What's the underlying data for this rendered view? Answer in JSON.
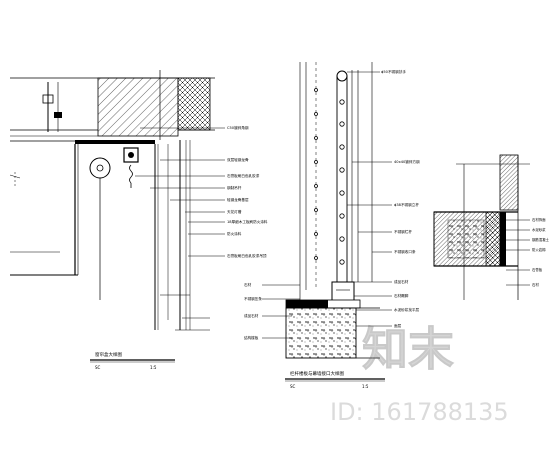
{
  "drawings": {
    "left": {
      "title": "窗帘盒大样图",
      "code": "SC",
      "scale": "1:5",
      "notes": [
        "C50镀锌角钢",
        "双层轻钢龙骨",
        "石膏板刷白色乳胶漆",
        "钢制吊杆",
        "轻钢龙骨基层",
        "天花灯槽",
        "18厚细木工板刷防火涂料",
        "防火涂料",
        "石膏板刷白色乳胶漆吊顶"
      ]
    },
    "middle": {
      "title": "栏杆楼板与幕墙接口大样图",
      "code": "SC",
      "scale": "1:5",
      "top_note": "ϕ50不锈钢扶手",
      "right_notes": [
        "40x40镀锌方钢",
        "ϕ38不锈钢立杆",
        "不锈钢栏杆",
        "不锈钢收口条",
        "成品石材",
        "石材踢脚",
        "水泥砂浆找平层",
        "面层"
      ],
      "left_notes": [
        "石材",
        "不锈钢压条",
        "成品石材",
        "结构楼板"
      ]
    },
    "right": {
      "notes": [
        "石材饰面",
        "水泥砂浆",
        "钢筋混凝土",
        "防火岩棉",
        "石膏板",
        "石材"
      ]
    }
  },
  "watermark": {
    "logo": "知末",
    "id_text": "ID: 161788135"
  }
}
